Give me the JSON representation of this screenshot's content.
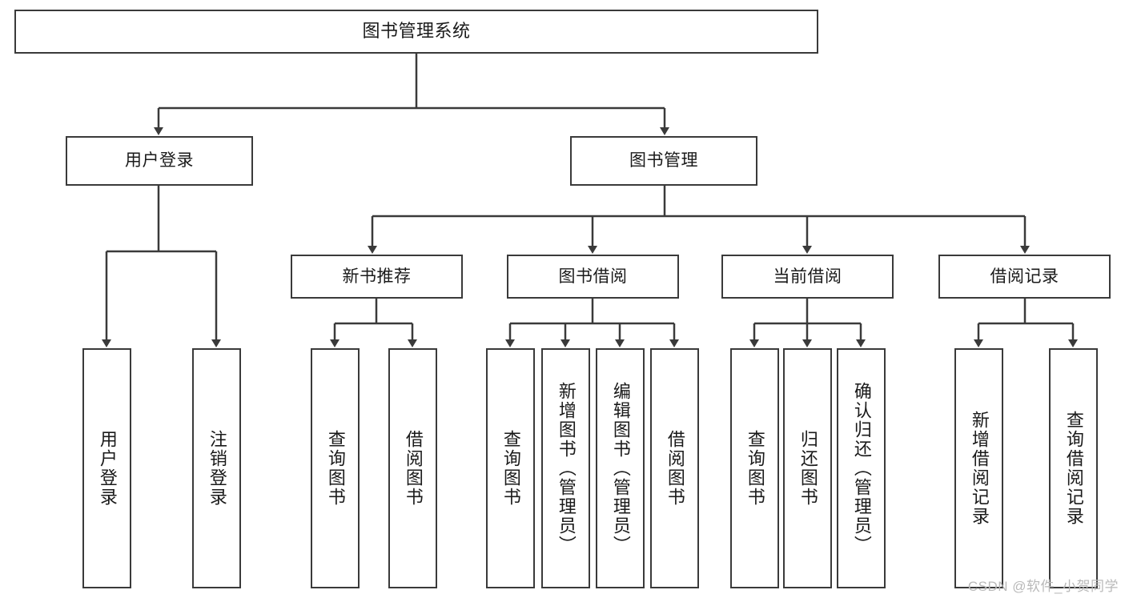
{
  "diagram": {
    "title": "图书管理系统",
    "type": "hierarchy-tree",
    "watermark": "CSDN @软件_小贺同学",
    "colors": {
      "stroke": "#3a3a3a",
      "fill": "#ffffff",
      "text": "#1a1a1a",
      "watermark": "#b9b9b9"
    },
    "nodes": {
      "root": {
        "label": "图书管理系统"
      },
      "level2": [
        {
          "id": "user-login",
          "label": "用户登录"
        },
        {
          "id": "book-manage",
          "label": "图书管理"
        }
      ],
      "level3": [
        {
          "id": "new-book-recommend",
          "label": "新书推荐"
        },
        {
          "id": "book-borrow",
          "label": "图书借阅"
        },
        {
          "id": "current-borrow",
          "label": "当前借阅"
        },
        {
          "id": "borrow-record",
          "label": "借阅记录"
        }
      ],
      "leaves": {
        "user_login": [
          {
            "id": "leaf-user-login",
            "label": "用户登录"
          },
          {
            "id": "leaf-logout-login",
            "label": "注销登录"
          }
        ],
        "new_book_recommend": [
          {
            "id": "leaf-query-book-1",
            "label": "查询图书"
          },
          {
            "id": "leaf-borrow-book-1",
            "label": "借阅图书"
          }
        ],
        "book_borrow": [
          {
            "id": "leaf-query-book-2",
            "label": "查询图书"
          },
          {
            "id": "leaf-add-book",
            "label": "新增图书（管理员）"
          },
          {
            "id": "leaf-edit-book",
            "label": "编辑图书（管理员）"
          },
          {
            "id": "leaf-borrow-book-2",
            "label": "借阅图书"
          }
        ],
        "current_borrow": [
          {
            "id": "leaf-query-book-3",
            "label": "查询图书"
          },
          {
            "id": "leaf-return-book",
            "label": "归还图书"
          },
          {
            "id": "leaf-confirm-return",
            "label": "确认归还（管理员）"
          }
        ],
        "borrow_record": [
          {
            "id": "leaf-add-record",
            "label": "新增借阅记录"
          },
          {
            "id": "leaf-query-record",
            "label": "查询借阅记录"
          }
        ]
      }
    }
  }
}
